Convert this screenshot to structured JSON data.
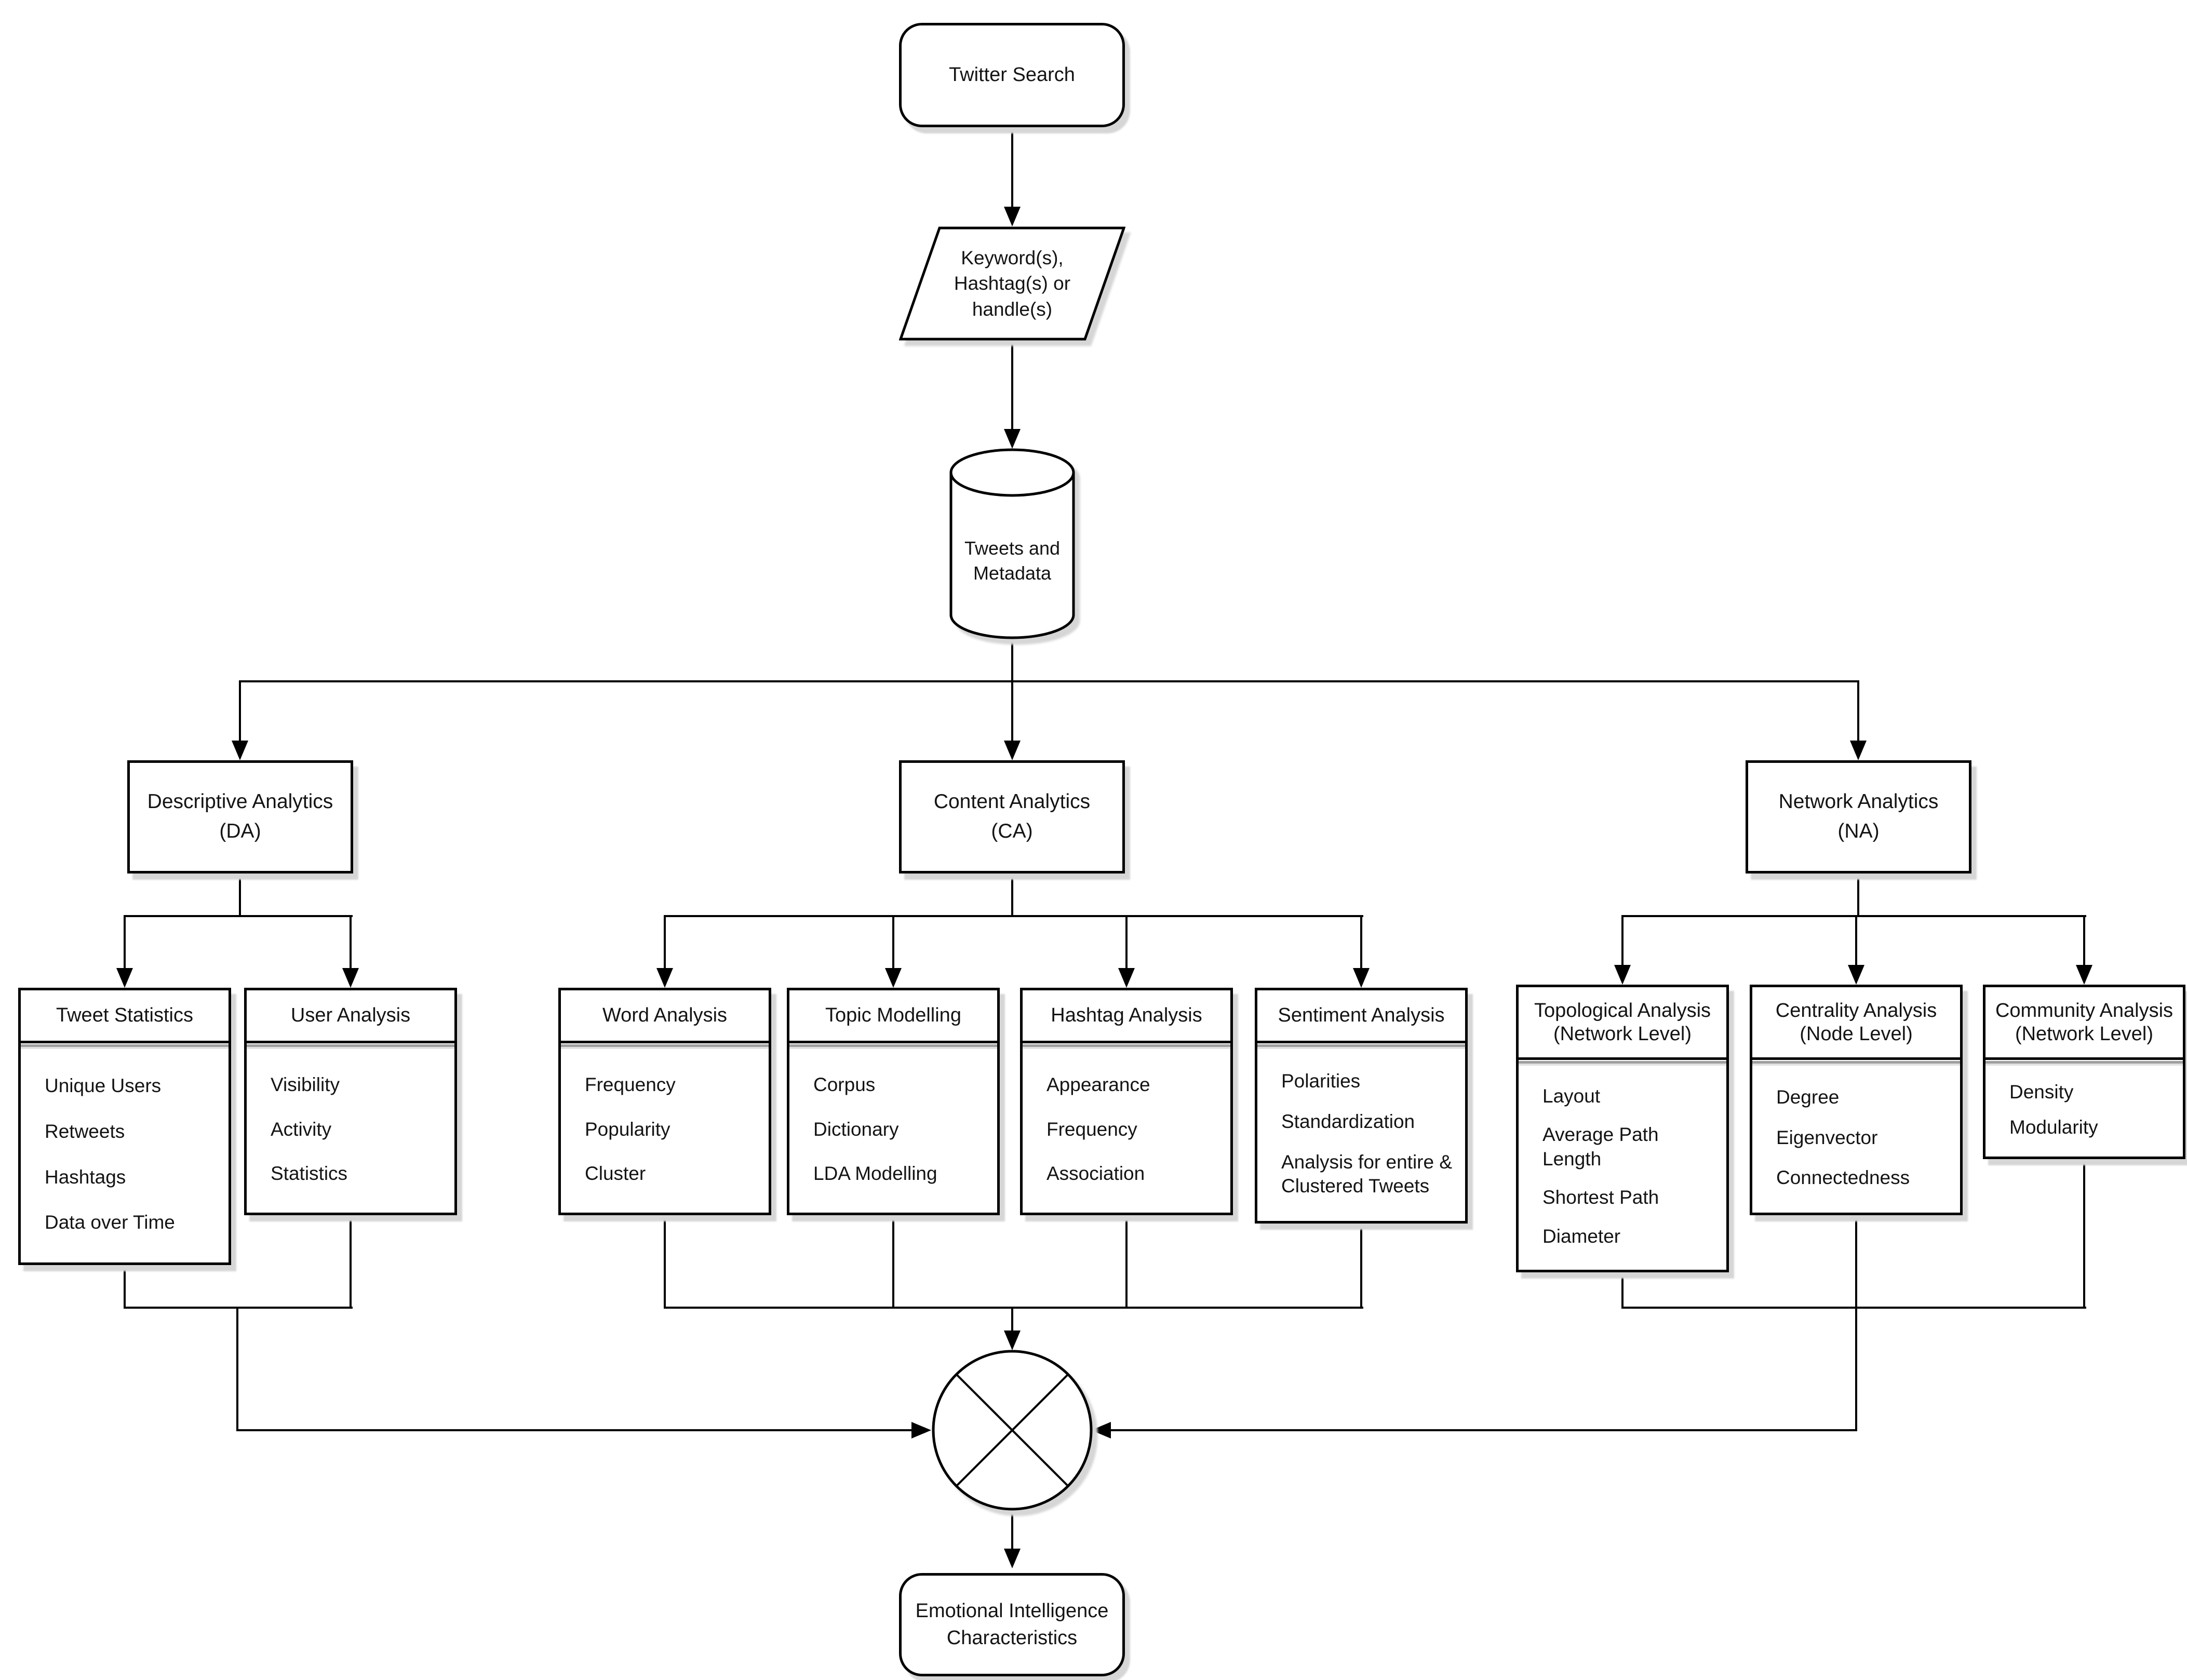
{
  "flowchart": {
    "start": {
      "label": "Twitter Search"
    },
    "input": {
      "label": "Keyword(s),\nHashtag(s) or\nhandle(s)"
    },
    "datastore": {
      "label": "Tweets and\nMetadata"
    },
    "branches": [
      {
        "title": "Descriptive Analytics\n(DA)",
        "children": [
          {
            "title": "Tweet Statistics",
            "items": [
              "Unique Users",
              "Retweets",
              "Hashtags",
              "Data over Time"
            ]
          },
          {
            "title": "User Analysis",
            "items": [
              "Visibility",
              "Activity",
              "Statistics"
            ]
          }
        ]
      },
      {
        "title": "Content Analytics\n(CA)",
        "children": [
          {
            "title": "Word Analysis",
            "items": [
              "Frequency",
              "Popularity",
              "Cluster"
            ]
          },
          {
            "title": "Topic Modelling",
            "items": [
              "Corpus",
              "Dictionary",
              "LDA Modelling"
            ]
          },
          {
            "title": "Hashtag Analysis",
            "items": [
              "Appearance",
              "Frequency",
              "Association"
            ]
          },
          {
            "title": "Sentiment Analysis",
            "items": [
              "Polarities",
              "Standardization",
              "Analysis for entire & Clustered Tweets"
            ]
          }
        ]
      },
      {
        "title": "Network Analytics\n(NA)",
        "children": [
          {
            "title": "Topological Analysis\n(Network Level)",
            "items": [
              "Layout",
              "Average Path Length",
              "Shortest Path",
              "Diameter"
            ]
          },
          {
            "title": "Centrality Analysis\n(Node Level)",
            "items": [
              "Degree",
              "Eigenvector",
              "Connectedness"
            ]
          },
          {
            "title": "Community Analysis\n(Network Level)",
            "items": [
              "Density",
              "Modularity"
            ]
          }
        ]
      }
    ],
    "junction": {
      "symbol": "crossed-circle"
    },
    "end": {
      "label": "Emotional Intelligence\nCharacteristics"
    }
  }
}
